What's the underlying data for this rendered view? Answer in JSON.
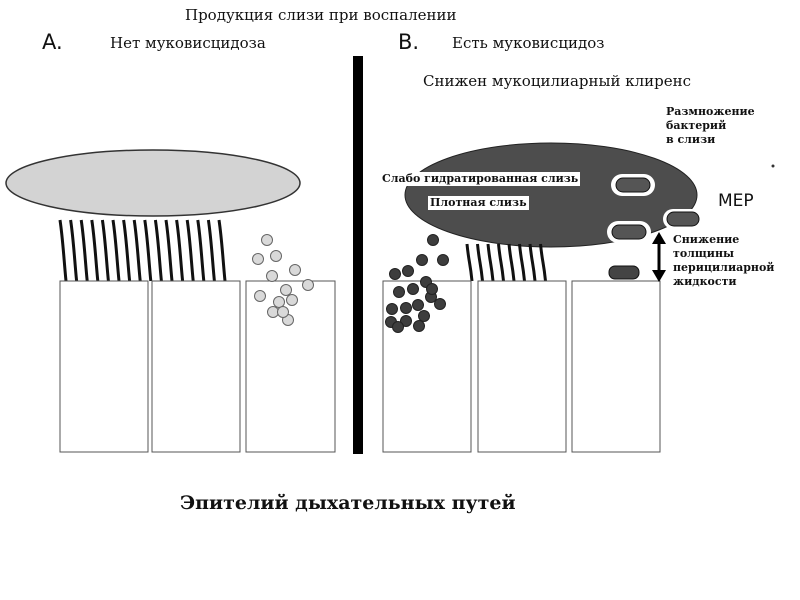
{
  "title": "Продукция слизи при воспалении",
  "panel_a": {
    "letter": "A.",
    "caption": "Нет муковисцидоза"
  },
  "panel_b": {
    "letter": "B.",
    "caption": "Есть муковисцидоз",
    "clearance_note": "Снижен мукоцилиарный клиренс",
    "annotations": {
      "bacteria": [
        "Размножение",
        "бактерий",
        "в слизи"
      ],
      "weak_mucus": "Слабо гидратированная слизь",
      "dense_mucus": "Плотная слизь",
      "mep": "MEP",
      "reduced_fluid": [
        "Снижение",
        "толщины",
        "перицилиарной",
        "жидкости"
      ]
    }
  },
  "bottom_label": "Эпителий дыхательных путей",
  "colors": {
    "mucus_normal": "#d3d3d3",
    "mucus_cf": "#4d4d4d",
    "granule_normal": "#d9d9d9",
    "granule_cf": "#3d3d3d",
    "divider": "#000000"
  }
}
